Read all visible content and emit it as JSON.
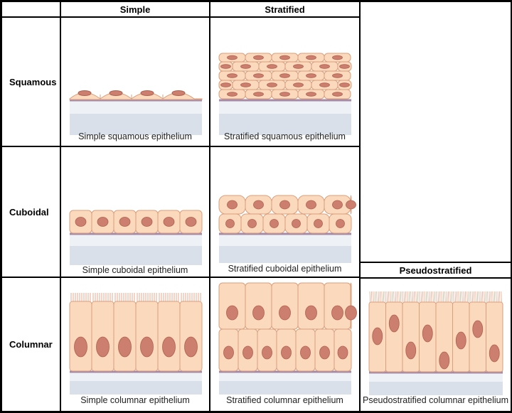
{
  "columns": {
    "simple": "Simple",
    "stratified": "Stratified",
    "pseudostratified": "Pseudostratified"
  },
  "rows": {
    "squamous": "Squamous",
    "cuboidal": "Cuboidal",
    "columnar": "Columnar"
  },
  "captions": {
    "simple_squamous": "Simple squamous epithelium",
    "stratified_squamous": "Stratified squamous epithelium",
    "simple_cuboidal": "Simple cuboidal epithelium",
    "stratified_cuboidal": "Stratified cuboidal epithelium",
    "simple_columnar": "Simple columnar epithelium",
    "stratified_columnar": "Stratified columnar epithelium",
    "pseudostratified_columnar": "Pseudostratified columnar epithelium"
  },
  "colors": {
    "cytoplasm": "#fbd9bc",
    "cell_outline": "#d9a07e",
    "nucleus": "#cc7f6e",
    "nucleus_outline": "#b0614f",
    "basement_membrane": "#a78aa6",
    "connective_tissue": "#d9e0ea",
    "cilia": "#e7a98c"
  }
}
